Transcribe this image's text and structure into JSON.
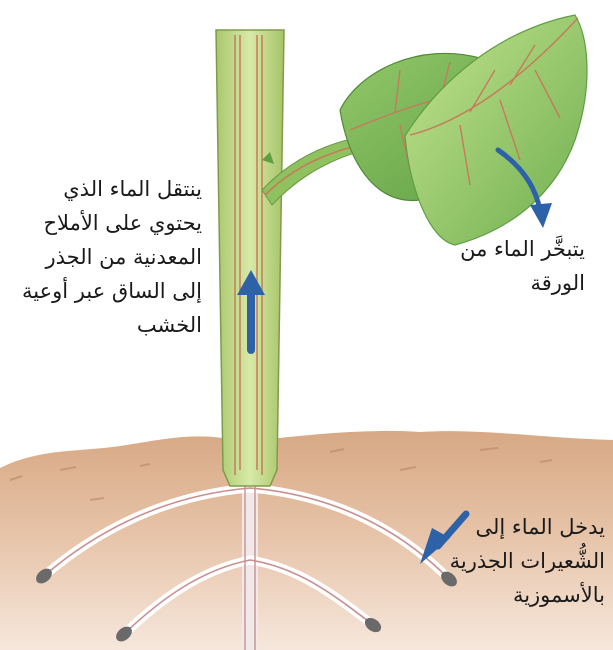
{
  "labels": {
    "stem_transport": [
      "ينتقل الماء الذي",
      "يحتوي على الأملاح",
      "المعدنية من الجذر",
      "إلى الساق عبر أوعية",
      "الخشب"
    ],
    "leaf_evaporation": [
      "يتبخَّر الماء من",
      "الورقة"
    ],
    "root_osmosis": [
      "يدخل الماء إلى",
      "الشُّعيرات الجذرية",
      "بالأسموزية"
    ]
  },
  "colors": {
    "arrow": "#2e62a8",
    "stem": "#c2d98a",
    "vein": "#c77a5a",
    "leaf_front": "#9fcf6a",
    "leaf_back": "#7fbb5a",
    "soil": "#d9ae8e"
  }
}
